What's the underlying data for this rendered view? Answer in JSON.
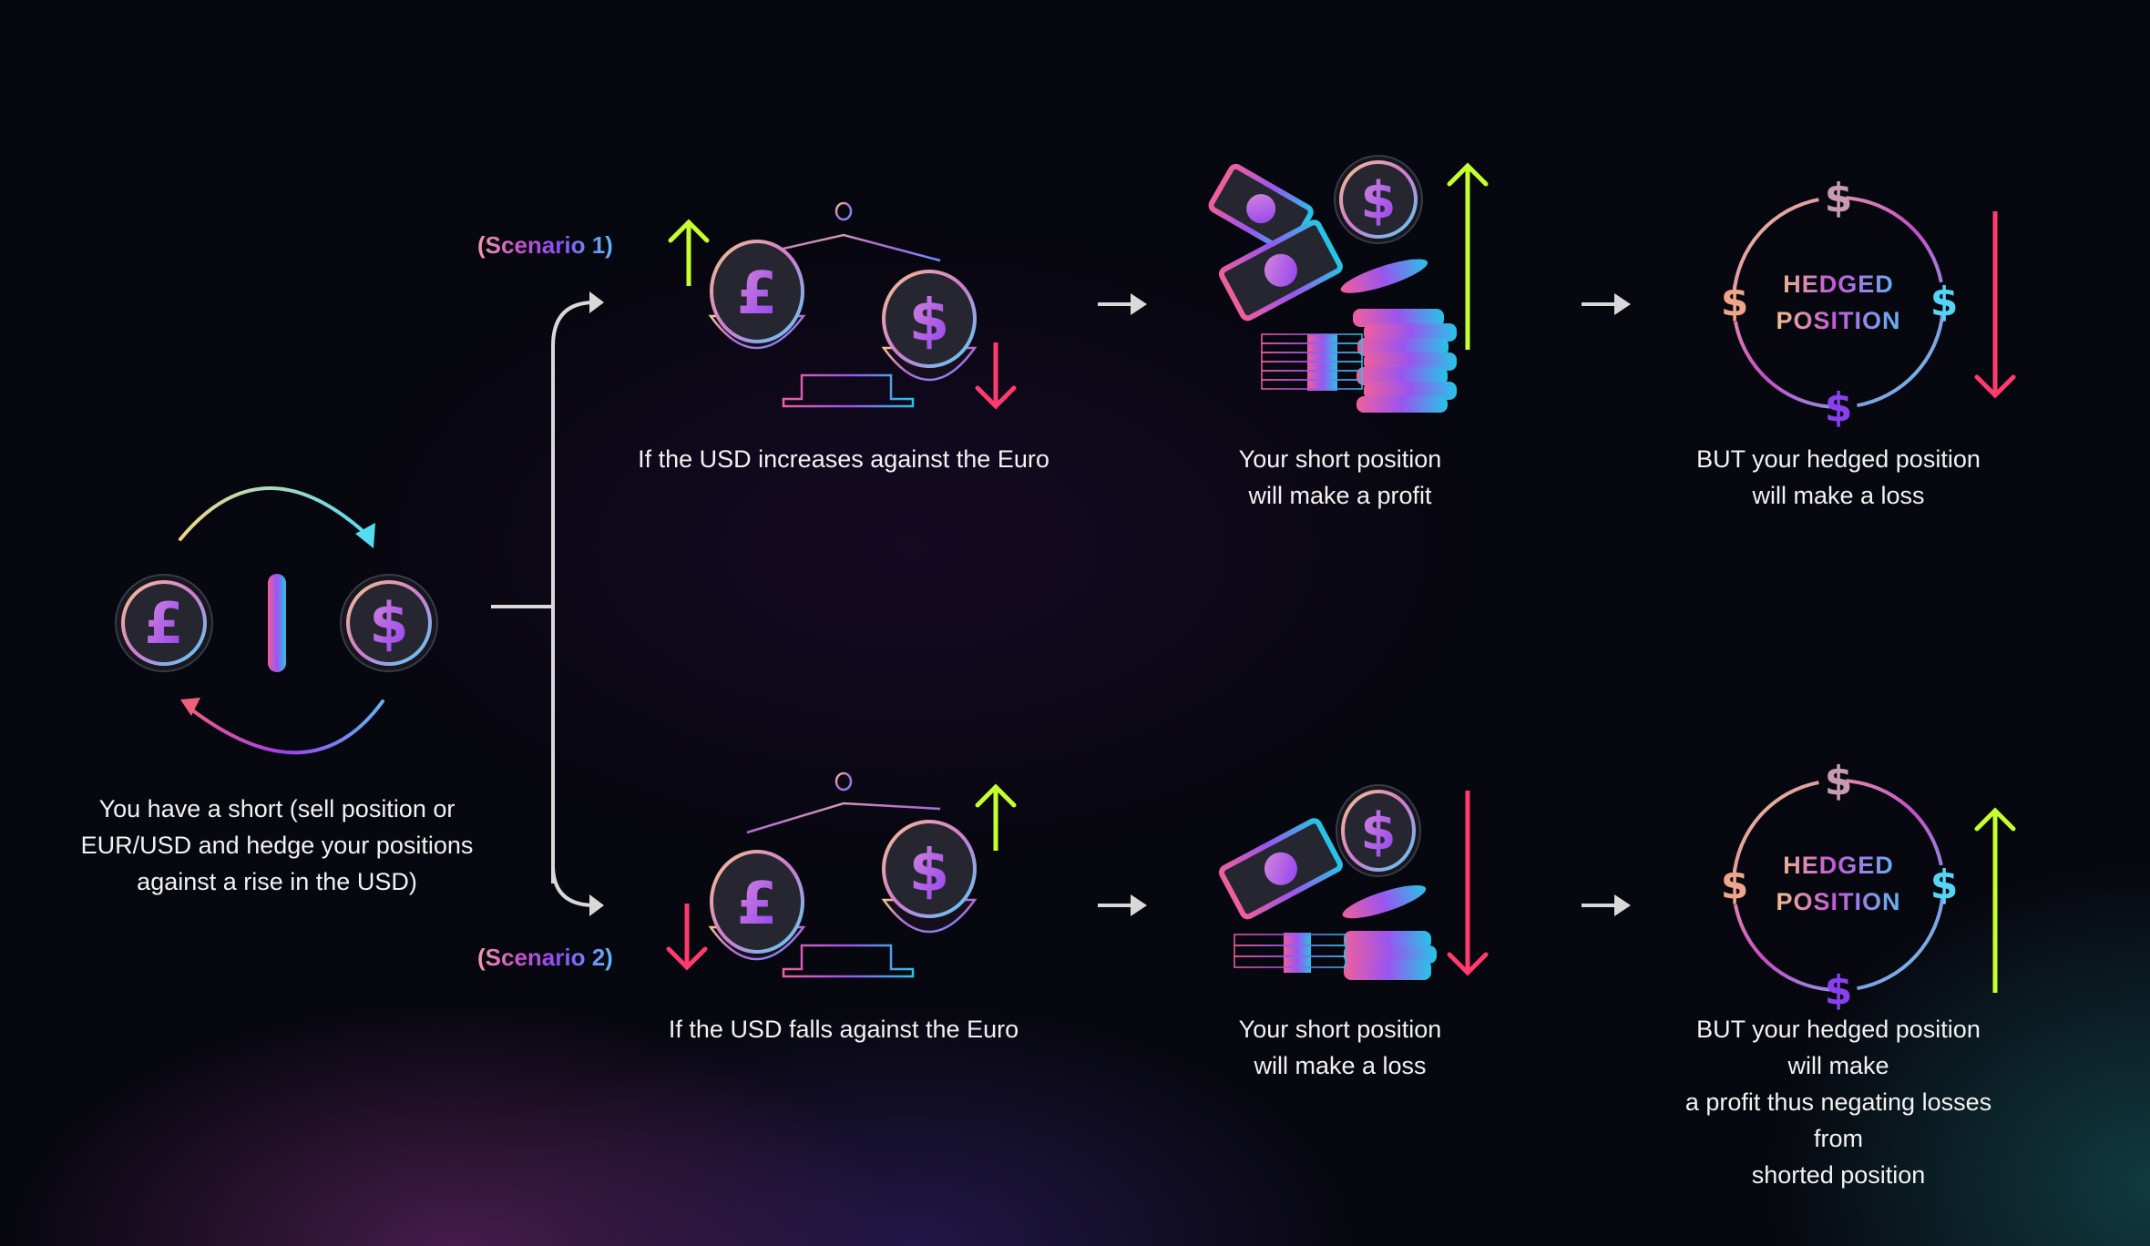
{
  "intro": {
    "caption": "You have a short (sell position or\nEUR/USD and hedge your positions\nagainst a rise in the USD)",
    "icons": [
      "pound-coin-icon",
      "coin-edge-icon",
      "dollar-coin-icon",
      "exchange-arrows-icon"
    ]
  },
  "scenarios": [
    {
      "label": "(Scenario 1)",
      "steps": [
        {
          "caption": "If the USD increases against the Euro",
          "icon": "balance-scale-icon",
          "pound_direction": "up",
          "dollar_direction": "down"
        },
        {
          "caption": "Your short position\nwill make a profit",
          "icon": "cash-and-coins-icon",
          "direction": "up"
        },
        {
          "caption": "BUT your hedged position\nwill make a loss",
          "badge_line1": "HEDGED",
          "badge_line2": "POSITION",
          "direction": "down"
        }
      ]
    },
    {
      "label": "(Scenario 2)",
      "steps": [
        {
          "caption": "If the USD falls against the Euro",
          "icon": "balance-scale-icon",
          "pound_direction": "down",
          "dollar_direction": "up"
        },
        {
          "caption": "Your short position\nwill make a loss",
          "icon": "cash-and-coins-icon",
          "direction": "down"
        },
        {
          "caption": "BUT your hedged position will make\na profit thus negating losses from\nshorted position",
          "badge_line1": "HEDGED",
          "badge_line2": "POSITION",
          "direction": "up"
        }
      ]
    }
  ],
  "symbols": {
    "pound": "£",
    "dollar": "$"
  },
  "colors": {
    "up_arrow": "#c6ff2e",
    "down_arrow": "#ff3a6e",
    "connector": "#d9d9d9",
    "background": "#07070f"
  }
}
